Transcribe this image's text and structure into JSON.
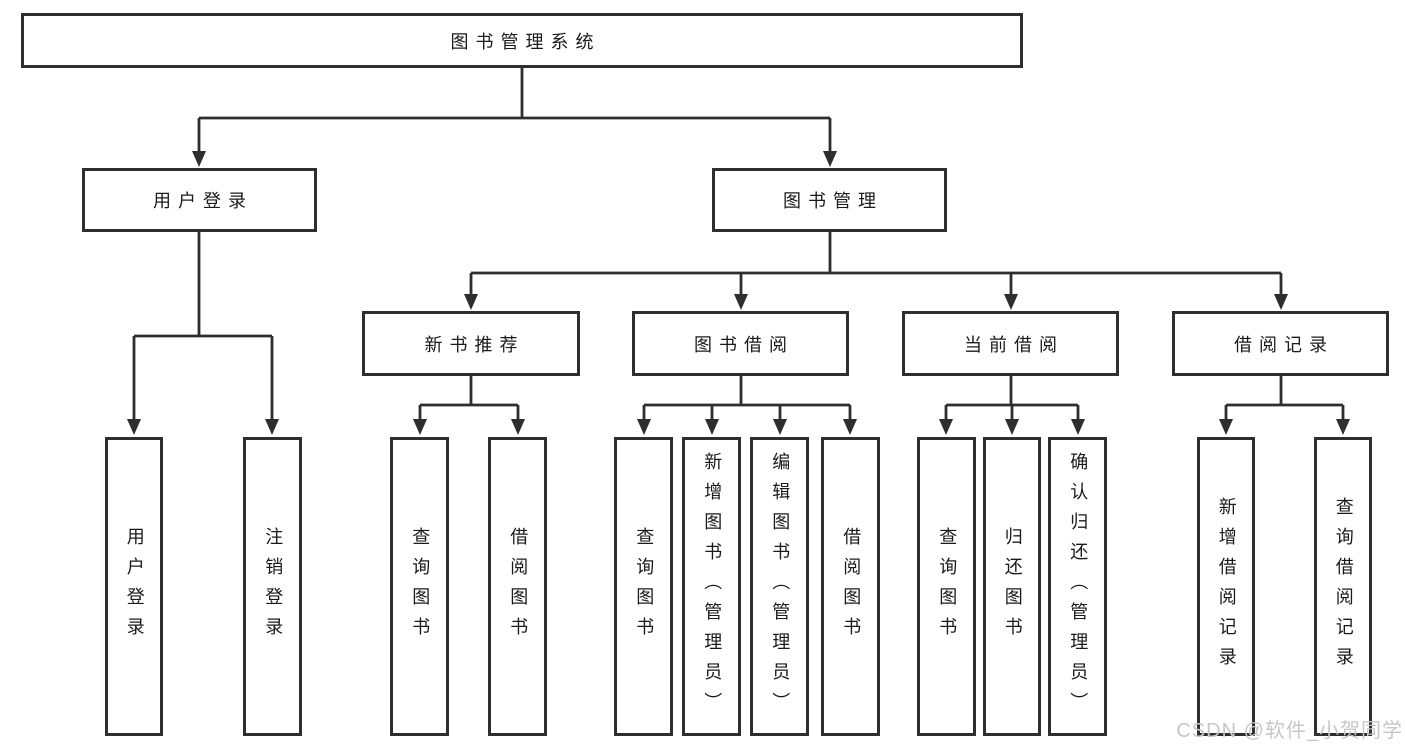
{
  "nodes": {
    "root": "图书管理系统",
    "user_login": "用户登录",
    "book_mgmt": "图书管理",
    "new_book": "新书推荐",
    "book_borrow": "图书借阅",
    "current_borrow": "当前借阅",
    "borrow_record": "借阅记录",
    "leaves": {
      "user_login": [
        "用户登录",
        "注销登录"
      ],
      "new_book": [
        "查询图书",
        "借阅图书"
      ],
      "book_borrow": [
        "查询图书",
        "新增图书（管理员）",
        "编辑图书（管理员）",
        "借阅图书"
      ],
      "current_borrow": [
        "查询图书",
        "归还图书",
        "确认归还（管理员）"
      ],
      "borrow_record": [
        "新增借阅记录",
        "查询借阅记录"
      ]
    }
  },
  "watermark": "CSDN @软件_小贺同学",
  "colors": {
    "line": "#2e2e2e",
    "text": "#1a1a1a",
    "watermark": "#c7c7c9",
    "background": "#ffffff"
  }
}
